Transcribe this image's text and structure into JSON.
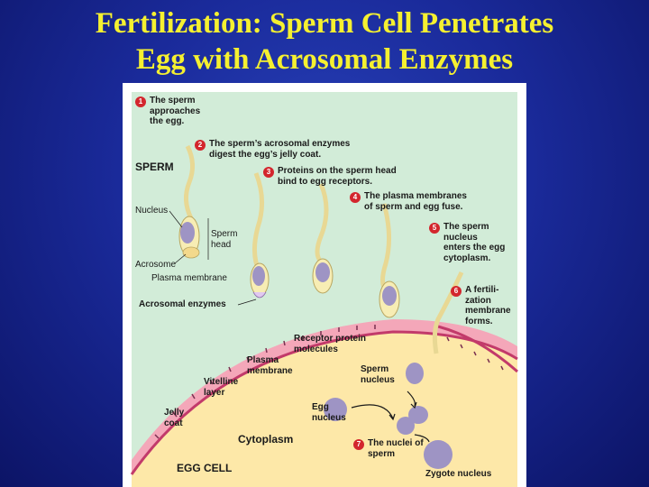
{
  "slide": {
    "title_line1": "Fertilization: Sperm Cell Penetrates",
    "title_line2": "Egg with Acrosomal Enzymes"
  },
  "diagram": {
    "steps": [
      {
        "num": "1",
        "text": "The sperm\napproaches\nthe egg."
      },
      {
        "num": "2",
        "text": "The sperm’s acrosomal enzymes\ndigest the egg’s jelly coat."
      },
      {
        "num": "3",
        "text": "Proteins on the sperm head\nbind to egg receptors."
      },
      {
        "num": "4",
        "text": "The plasma membranes\nof sperm and egg fuse."
      },
      {
        "num": "5",
        "text": "The sperm\nnucleus\nenters the egg\ncytoplasm."
      },
      {
        "num": "6",
        "text": "A fertili-\nzation\nmembrane\nforms."
      },
      {
        "num": "7",
        "text": "The nuclei of\nsperm"
      }
    ],
    "labels": {
      "sperm": "SPERM",
      "nucleus": "Nucleus",
      "sperm_head": "Sperm\nhead",
      "acrosome": "Acrosome",
      "plasma_membrane_sperm": "Plasma membrane",
      "acrosomal_enzymes": "Acrosomal enzymes",
      "receptor_protein": "Receptor protein\nmolecules",
      "plasma_membrane": "Plasma\nmembrane",
      "vitelline_layer": "Vitelline\nlayer",
      "jelly_coat": "Jelly\ncoat",
      "sperm_nucleus": "Sperm\nnucleus",
      "egg_nucleus": "Egg\nnucleus",
      "cytoplasm": "Cytoplasm",
      "zygote_nucleus": "Zygote nucleus",
      "egg_cell": "EGG CELL"
    },
    "colors": {
      "jelly": "#d2ecd8",
      "egg": "#fde8a8",
      "membrane": "#c23a6a",
      "vitelline": "#f4a7b9",
      "sperm_body": "#f7edb4",
      "sperm_nucleus": "#9e94c4",
      "step_badge": "#d3262d",
      "title": "#f5f030"
    }
  }
}
